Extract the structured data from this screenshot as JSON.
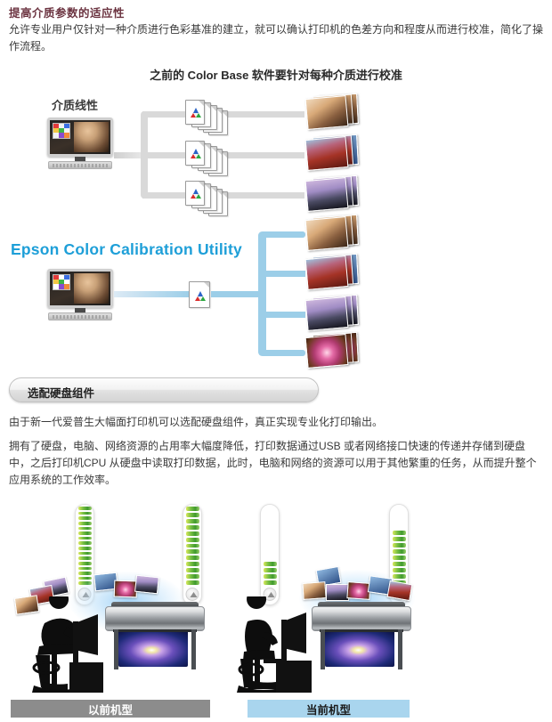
{
  "page": {
    "title": "提高介质参数的适应性",
    "intro": "允许专业用户仅针对一种介质进行色彩基准的建立，就可以确认打印机的色差方向和程度从而进行校准，简化了操作流程。",
    "title_color": "#6b3340"
  },
  "diagram_old": {
    "heading": "之前的 Color Base 软件要针对每种介质进行校准",
    "source_label": "介质线性",
    "icon_monitor": "monitor-icon",
    "icon_document": "document-icon",
    "doc_stack_count": 3,
    "photo_outputs": [
      "portrait-photo",
      "rock-photo",
      "beach-photo"
    ],
    "pipe_color": "#d9d9d9"
  },
  "diagram_new": {
    "heading": "Epson Color Calibration Utility",
    "heading_color": "#1e9fd8",
    "icon_monitor": "monitor-icon",
    "icon_document": "document-icon",
    "doc_stack_count": 1,
    "photo_outputs": [
      "portrait-photo",
      "rock-photo",
      "beach-photo",
      "flower-photo"
    ],
    "pipe_color": "#9ccee8"
  },
  "section": {
    "banner_label": "选配硬盘组件",
    "para1": "由于新一代爱普生大幅面打印机可以选配硬盘组件，真正实现专业化打印输出。",
    "para2": "拥有了硬盘，电脑、网络资源的占用率大幅度降低，打印数据通过USB 或者网络接口快速的传递并存储到硬盘中，之后打印机CPU 从硬盘中读取打印数据，此时，电脑和网络的资源可以用于其他繁重的任务，从而提升整个应用系统的工作效率。"
  },
  "comparison": {
    "old_label": "以前机型",
    "new_label": "当前机型",
    "old_label_color": "#8c8c8c",
    "new_label_color": "#a9d5ee",
    "gauges": [
      {
        "name": "gauge-old-computer",
        "segments": 16,
        "total": 16,
        "group": "old"
      },
      {
        "name": "gauge-old-printer",
        "segments": 13,
        "total": 16,
        "group": "old"
      },
      {
        "name": "gauge-new-computer",
        "segments": 4,
        "total": 16,
        "group": "new"
      },
      {
        "name": "gauge-new-printer",
        "segments": 9,
        "total": 16,
        "group": "new"
      }
    ],
    "old_scene": {
      "person": "person-leaning-forward-silhouette",
      "printer": "large-format-printer",
      "print_image": "pansy-flower-print"
    },
    "new_scene": {
      "person": "person-relaxed-silhouette",
      "printer": "large-format-printer",
      "print_image": "pansy-flower-print"
    }
  }
}
